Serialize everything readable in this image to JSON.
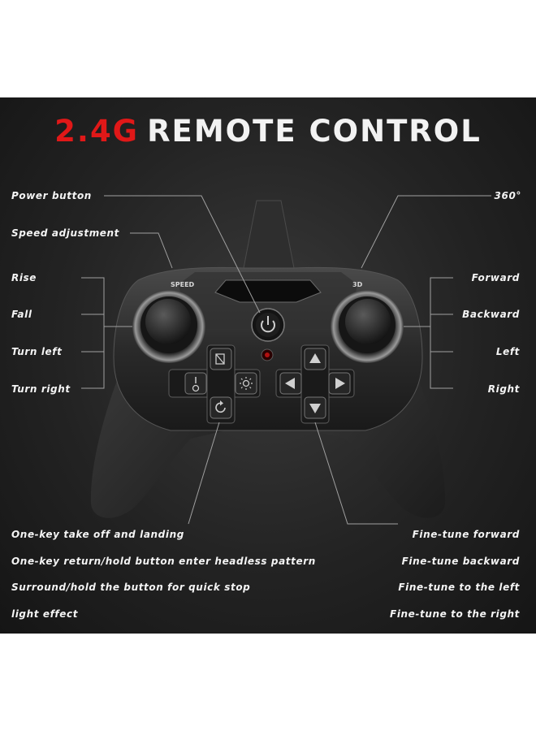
{
  "title": {
    "accent": "2.4G",
    "main": "REMOTE CONTROL"
  },
  "controller": {
    "speed_label": "SPEED",
    "threed_label": "3D"
  },
  "labels_left": [
    "Power button",
    "Speed adjustment",
    "Rise",
    "Fall",
    "Turn left",
    "Turn right"
  ],
  "labels_right": [
    "360°",
    "Forward",
    "Backward",
    "Left",
    "Right"
  ],
  "labels_bottom_left": [
    "One-key take off and landing",
    "One-key return/hold button enter headless pattern",
    "Surround/hold the button for quick stop",
    "light effect"
  ],
  "labels_bottom_right": [
    "Fine-tune forward",
    "Fine-tune backward",
    "Fine-tune to the left",
    "Fine-tune to the right"
  ],
  "colors": {
    "accent": "#e01818",
    "background": "#232323",
    "text": "#f4f4f4"
  }
}
